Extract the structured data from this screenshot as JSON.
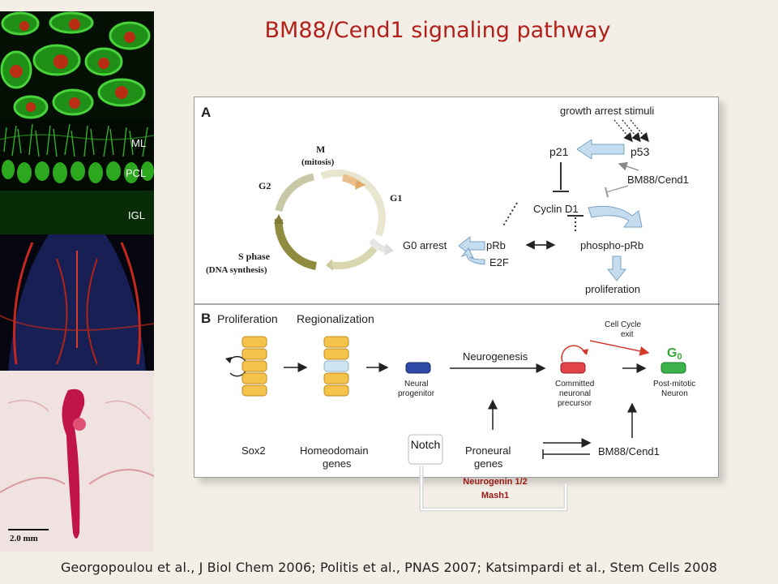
{
  "title": "BM88/Cend1 signaling pathway",
  "micrographs": {
    "cell_labels": [
      "ML",
      "PCL",
      "IGL"
    ],
    "scale_bar": "2.0 mm",
    "colors": {
      "green": "#2bbd1b",
      "red": "#d41c14",
      "blue": "#2a3c8c",
      "embryo": "#c0144a"
    }
  },
  "panel_a": {
    "label": "A",
    "cycle": {
      "m": "M",
      "mitosis": "(mitosis)",
      "g1": "G1",
      "g2": "G2",
      "s_phase": "S phase",
      "dna_synthesis": "(DNA synthesis)"
    },
    "g0_arrest": "G0 arrest",
    "growth_arrest": "growth arrest stimuli",
    "p21": "p21",
    "p53": "p53",
    "bm88": "BM88/Cend1",
    "cyclin_d1": "Cyclin D1",
    "prb": "pRb",
    "e2f": "E2F",
    "phospho_prb": "phospho-pRb",
    "proliferation": "proliferation"
  },
  "panel_b": {
    "label": "B",
    "proliferation": "Proliferation",
    "regionalization": "Regionalization",
    "cell_cycle_exit_1": "Cell Cycle",
    "cell_cycle_exit_2": "exit",
    "g0": "G",
    "g0_sub": "0",
    "neurogenesis": "Neurogenesis",
    "neural_progenitor_1": "Neural",
    "neural_progenitor_2": "progenitor",
    "committed_1": "Committed",
    "committed_2": "neuronal",
    "committed_3": "precursor",
    "post_mitotic_1": "Post-mitotic",
    "post_mitotic_2": "Neuron",
    "sox2": "Sox2",
    "homeodomain_1": "Homeodomain",
    "homeodomain_2": "genes",
    "proneural_1": "Proneural",
    "proneural_2": "genes",
    "bm88": "BM88/Cend1"
  },
  "notch": "Notch",
  "regulators": {
    "line1": "Neurogenin 1/2",
    "line2": "Mash1"
  },
  "citation": "Georgopoulou et al., J Biol Chem 2006; Politis et al., PNAS 2007; Katsimpardi et al., Stem Cells 2008"
}
